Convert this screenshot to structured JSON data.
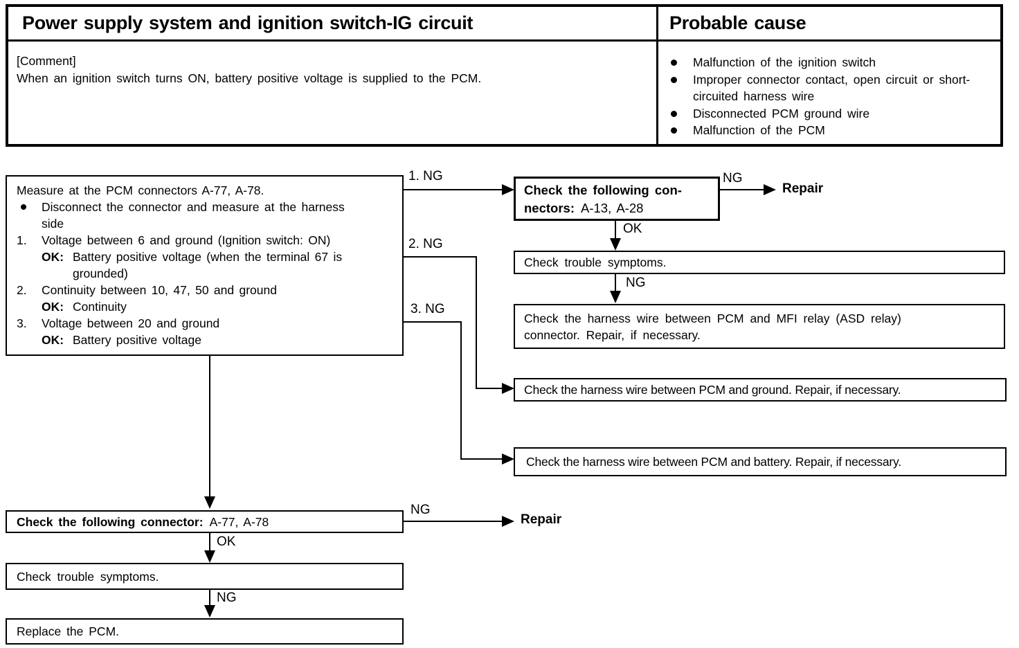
{
  "table": {
    "title": "Power supply system and ignition switch-IG circuit",
    "probable_cause_title": "Probable cause",
    "comment_label": "[Comment]",
    "comment_text": "When an ignition switch turns ON, battery positive voltage is supplied to the PCM.",
    "probable_causes": [
      "Malfunction of the ignition switch",
      "Improper connector contact, open circuit or short-circuited harness wire",
      "Disconnected PCM ground wire",
      "Malfunction of the PCM"
    ]
  },
  "flowchart": {
    "measure_box": {
      "title": "Measure at the PCM connectors A-77, A-78.",
      "bullet": "Disconnect the connector and measure at the harness side",
      "steps": [
        {
          "num": "1.",
          "text": "Voltage between 6 and ground (Ignition switch: ON)",
          "ok_label": "OK:",
          "ok_text": "Battery positive voltage (when the terminal 67 is grounded)"
        },
        {
          "num": "2.",
          "text": "Continuity between 10, 47, 50 and ground",
          "ok_label": "OK:",
          "ok_text": "Continuity"
        },
        {
          "num": "3.",
          "text": "Voltage between 20 and ground",
          "ok_label": "OK:",
          "ok_text": "Battery positive voltage"
        }
      ]
    },
    "labels": {
      "ng1": "1. NG",
      "ng2": "2. NG",
      "ng3": "3. NG",
      "ng": "NG",
      "ok": "OK",
      "repair": "Repair"
    },
    "connectors_box": {
      "bold_line1": "Check the following con-",
      "bold_line2": "nectors:",
      "value": "A-13, A-28"
    },
    "trouble_top": "Check trouble symptoms.",
    "mfi_box": "Check the harness wire between PCM and MFI relay (ASD relay) connector. Repair, if necessary.",
    "ground_box": "Check the harness wire between PCM and ground. Repair, if necessary.",
    "battery_box": "Check the harness wire between PCM and battery. Repair, if necessary.",
    "connector_box2": {
      "bold": "Check the following connector:",
      "value": "A-77, A-78"
    },
    "trouble_bottom": "Check trouble symptoms.",
    "replace_box": "Replace the PCM."
  }
}
